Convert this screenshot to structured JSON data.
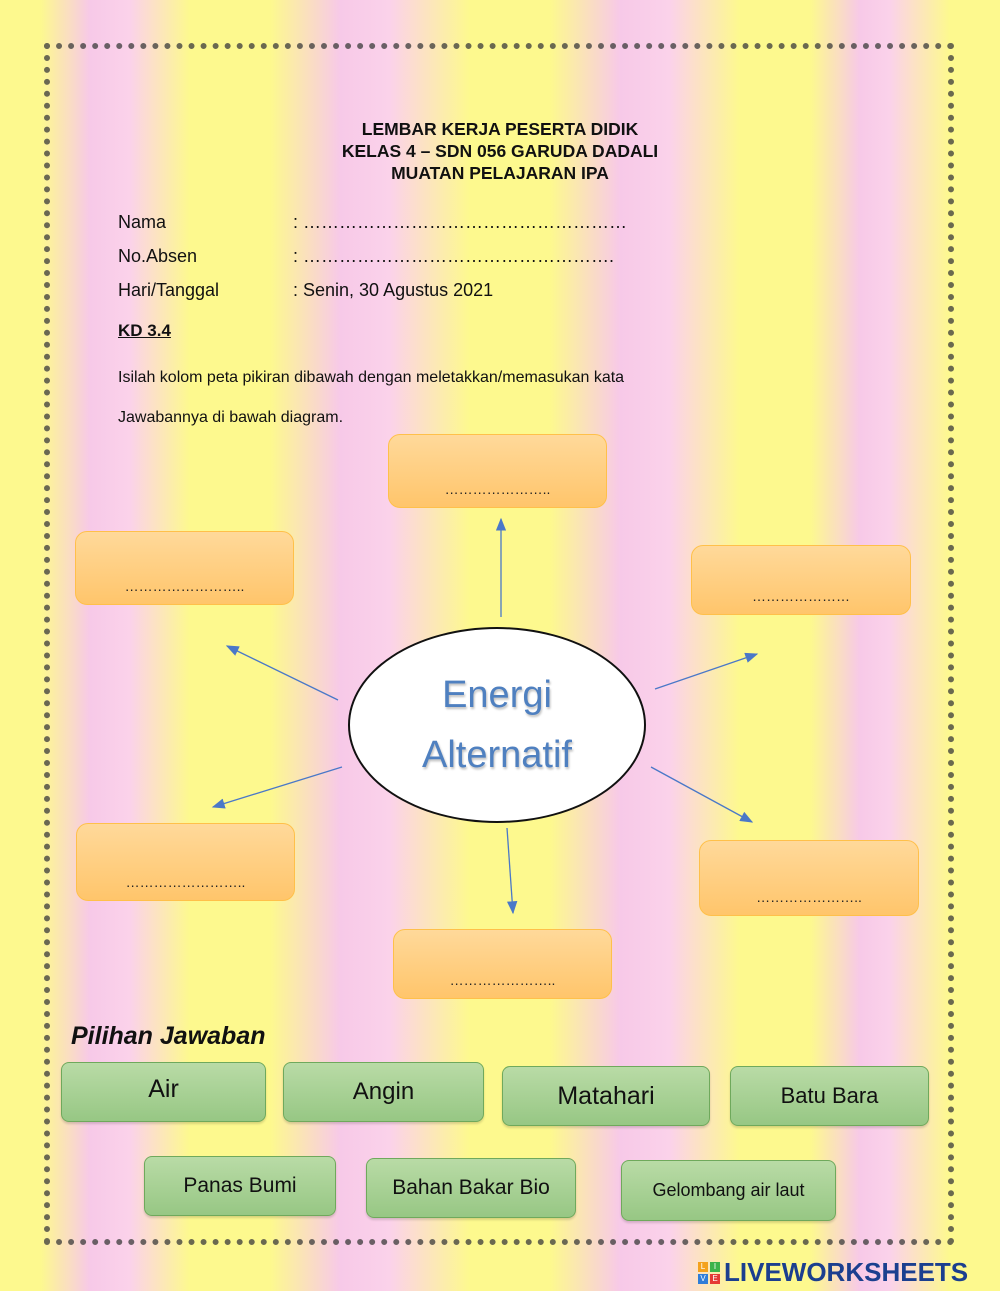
{
  "header": {
    "line1": "LEMBAR KERJA PESERTA DIDIK",
    "line2": "KELAS 4 – SDN 056 GARUDA DADALI",
    "line3": "MUATAN PELAJARAN IPA"
  },
  "info": [
    {
      "label": "Nama",
      "value": ": ………………………………………………"
    },
    {
      "label": "No.Absen",
      "value": ": ……………………………………………."
    },
    {
      "label": "Hari/Tanggal",
      "value": ": Senin, 30 Agustus 2021"
    }
  ],
  "kd": "KD 3.4",
  "instructions": {
    "line1": "Isilah kolom peta pikiran dibawah dengan meletakkan/memasukan kata",
    "line2": "Jawabannya di bawah diagram."
  },
  "diagram": {
    "center_line1": "Energi",
    "center_line2": "Alternatif",
    "boxes": {
      "top": "…………………..",
      "top_left": "……………………..",
      "top_right": "…………………",
      "bottom_left": "……………………..",
      "bottom": "…………………..",
      "bottom_right": "…………………..",
      "colors": {
        "fill": "#ffc56b",
        "border": "#ffc04a"
      }
    },
    "arrow_color": "#4a78c8"
  },
  "answers": {
    "title": "Pilihan Jawaban",
    "items": [
      "Air",
      "Angin",
      "Matahari",
      "Batu Bara",
      "Panas Bumi",
      "Bahan Bakar Bio",
      "Gelombang air laut"
    ]
  },
  "logo": {
    "letters": [
      "L",
      "I",
      "V",
      "E"
    ],
    "text": "LIVEWORKSHEETS"
  }
}
